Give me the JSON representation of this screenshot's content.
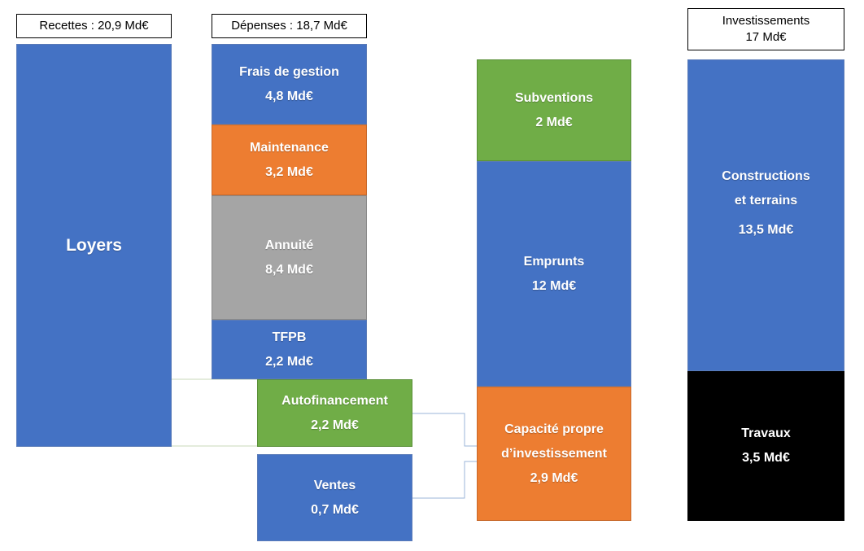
{
  "colors": {
    "blue": "#4472c4",
    "orange": "#ed7d31",
    "gray": "#a5a5a5",
    "green": "#70ad47",
    "black": "#000000",
    "connector": "#c9d9b8",
    "connector_blue": "#9bb6d8"
  },
  "headers": {
    "recettes": "Recettes : 20,9 Md€",
    "depenses": "Dépenses : 18,7 Md€",
    "investissements_line1": "Investissements",
    "investissements_line2": "17 Md€"
  },
  "recettes": {
    "loyers": "Loyers"
  },
  "depenses": {
    "frais_label": "Frais de gestion",
    "frais_value": "4,8 Md€",
    "maintenance_label": "Maintenance",
    "maintenance_value": "3,2 Md€",
    "annuite_label": "Annuité",
    "annuite_value": "8,4 Md€",
    "tfpb_label": "TFPB",
    "tfpb_value": "2,2 Md€"
  },
  "autofinancement": {
    "label": "Autofinancement",
    "value": "2,2 Md€"
  },
  "ventes": {
    "label": "Ventes",
    "value": "0,7 Md€"
  },
  "financement": {
    "subventions_label": "Subventions",
    "subventions_value": "2 Md€",
    "emprunts_label": "Emprunts",
    "emprunts_value": "12 Md€",
    "capacite_label1": "Capacité propre",
    "capacite_label2": "d’investissement",
    "capacite_value": "2,9 Md€"
  },
  "investissements": {
    "constructions_label1": "Constructions",
    "constructions_label2": "et terrains",
    "constructions_value": "13,5 Md€",
    "travaux_label": "Travaux",
    "travaux_value": "3,5 Md€"
  }
}
